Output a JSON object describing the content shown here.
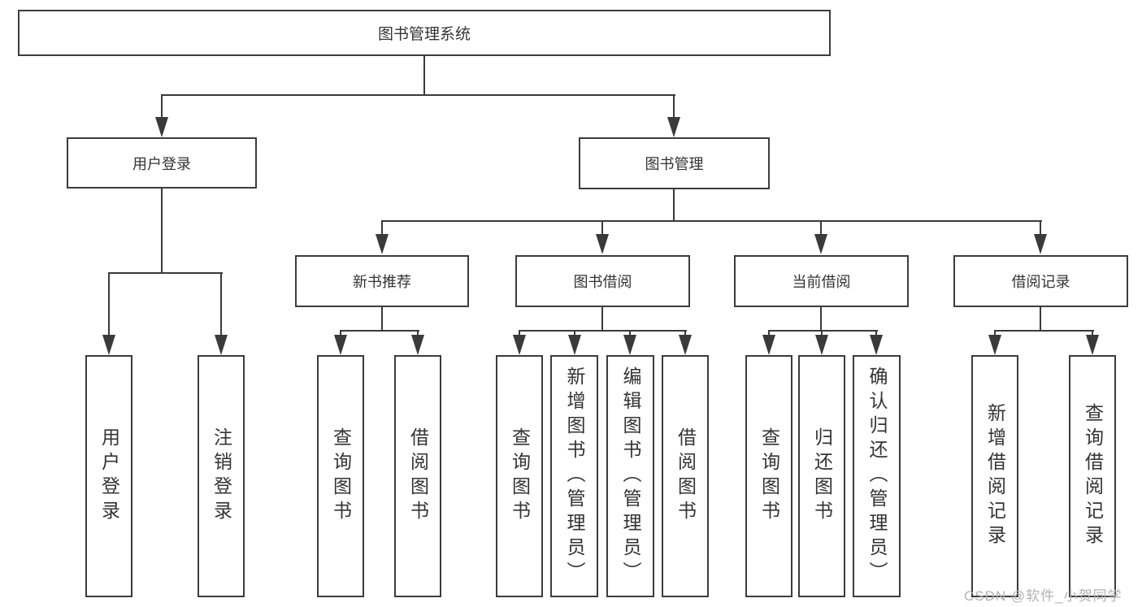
{
  "tree": {
    "root": {
      "label": "图书管理系统",
      "children": [
        {
          "label": "用户登录",
          "children": [
            {
              "label": "用户登录"
            },
            {
              "label": "注销登录"
            }
          ]
        },
        {
          "label": "图书管理",
          "children": [
            {
              "label": "新书推荐",
              "children": [
                {
                  "label": "查询图书"
                },
                {
                  "label": "借阅图书"
                }
              ]
            },
            {
              "label": "图书借阅",
              "children": [
                {
                  "label": "查询图书"
                },
                {
                  "label": "新增图书（管理员）"
                },
                {
                  "label": "编辑图书（管理员）"
                },
                {
                  "label": "借阅图书"
                }
              ]
            },
            {
              "label": "当前借阅",
              "children": [
                {
                  "label": "查询图书"
                },
                {
                  "label": "归还图书"
                },
                {
                  "label": "确认归还（管理员）"
                }
              ]
            },
            {
              "label": "借阅记录",
              "children": [
                {
                  "label": "新增借阅记录"
                },
                {
                  "label": "查询借阅记录"
                }
              ]
            }
          ]
        }
      ]
    }
  },
  "watermark": {
    "text": "CSDN @软件_小贺同学"
  },
  "colors": {
    "line": "#3a3a3a",
    "border": "#3c3c3c",
    "text": "#333333",
    "watermark": "#b2b2b2",
    "background": "#ffffff"
  }
}
